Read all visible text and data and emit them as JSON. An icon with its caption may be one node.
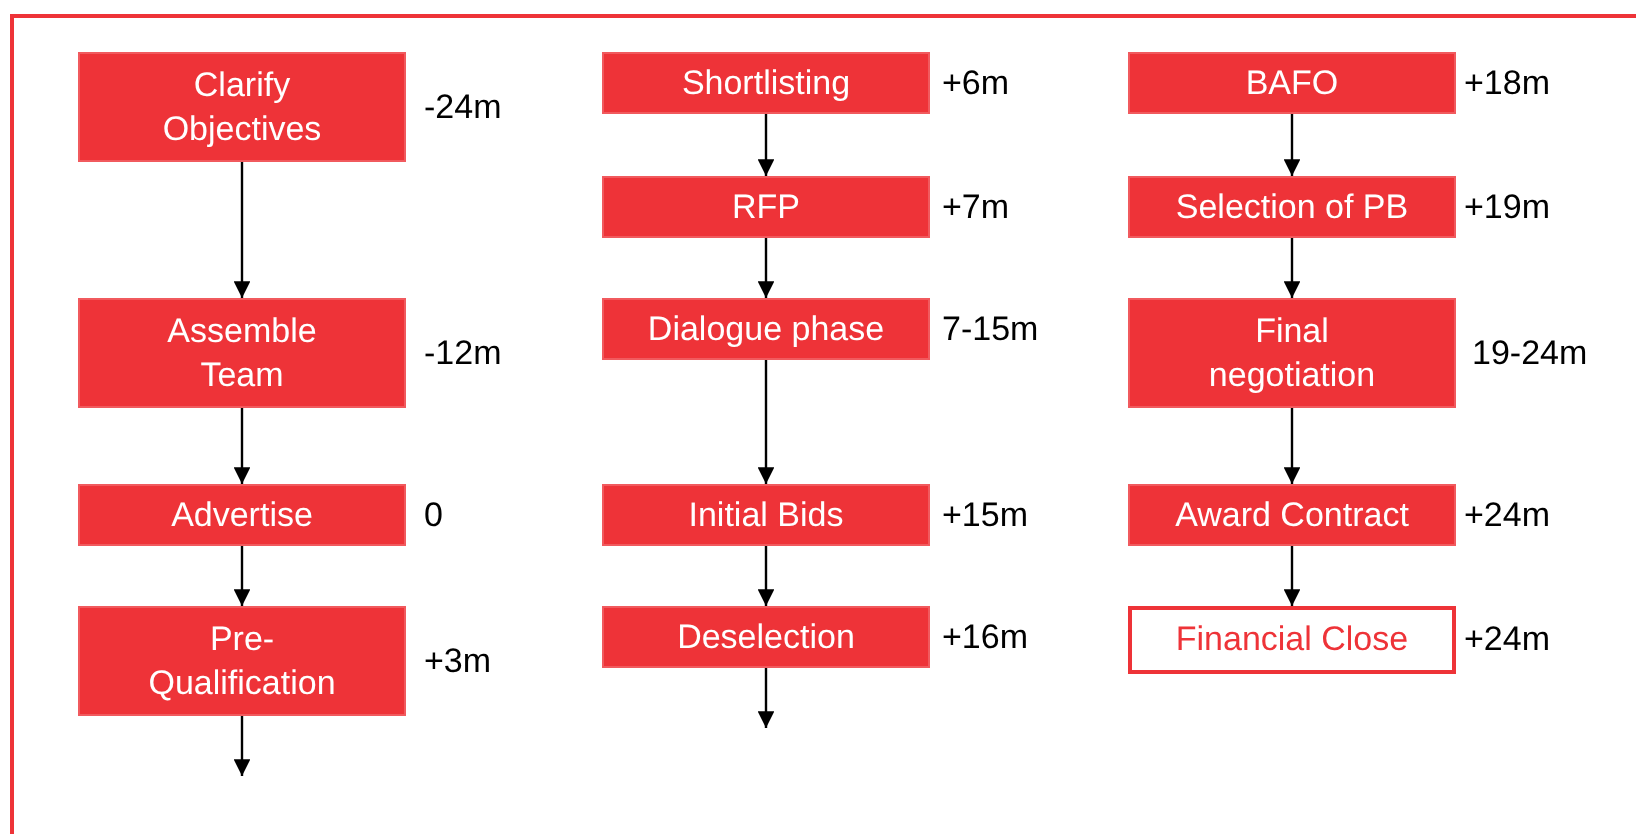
{
  "diagram": {
    "nodes": [
      {
        "text": [
          "Clarify Objectives"
        ],
        "beside": [
          "-24m"
        ]
      },
      {
        "text": [
          "Assemble Team"
        ],
        "beside": [
          "-12m"
        ]
      },
      {
        "text": [
          "Advertise"
        ],
        "beside": [
          "0"
        ]
      },
      {
        "text": [
          "Pre- Qualification"
        ],
        "beside": [
          "+3m"
        ]
      },
      {
        "text": [
          "Shortlisting"
        ],
        "beside": [
          "+6m"
        ]
      },
      {
        "text": [
          "RFP"
        ],
        "beside": [
          "+7m"
        ]
      },
      {
        "text": [
          "Dialogue phase"
        ],
        "beside": [
          "7-15m"
        ]
      },
      {
        "text": [
          "Initial Bids"
        ],
        "beside": [
          "+15m"
        ]
      },
      {
        "text": [
          "Deselection"
        ],
        "beside": [
          "+16m"
        ]
      },
      {
        "text": [
          "BAFO"
        ],
        "beside": [
          "+18m"
        ]
      },
      {
        "text": [
          "Selection of PB"
        ],
        "beside": [
          "+19m"
        ]
      },
      {
        "text": [
          "Final negotiation"
        ],
        "beside": [
          "19-24m"
        ]
      },
      {
        "text": [
          "Award Contract"
        ],
        "beside": [
          "+24m"
        ]
      },
      {
        "text": [
          "Financial Close"
        ],
        "beside": [
          "+24m"
        ]
      }
    ],
    "edges": [
      {
        "from": 0,
        "to": 1,
        "arrow": "to"
      },
      {
        "from": 1,
        "to": 2,
        "arrow": "to"
      },
      {
        "from": 2,
        "to": 3,
        "arrow": "to"
      },
      {
        "from": 3,
        "to": null,
        "arrow": "to"
      },
      {
        "from": 4,
        "to": 5,
        "arrow": "to"
      },
      {
        "from": 5,
        "to": 6,
        "arrow": "to"
      },
      {
        "from": 6,
        "to": 7,
        "arrow": "to"
      },
      {
        "from": 7,
        "to": 8,
        "arrow": "to"
      },
      {
        "from": 8,
        "to": null,
        "arrow": "to"
      },
      {
        "from": 9,
        "to": 10,
        "arrow": "to"
      },
      {
        "from": 10,
        "to": 11,
        "arrow": "to"
      },
      {
        "from": 11,
        "to": 12,
        "arrow": "to"
      },
      {
        "from": 12,
        "to": 13,
        "arrow": "to"
      }
    ]
  }
}
